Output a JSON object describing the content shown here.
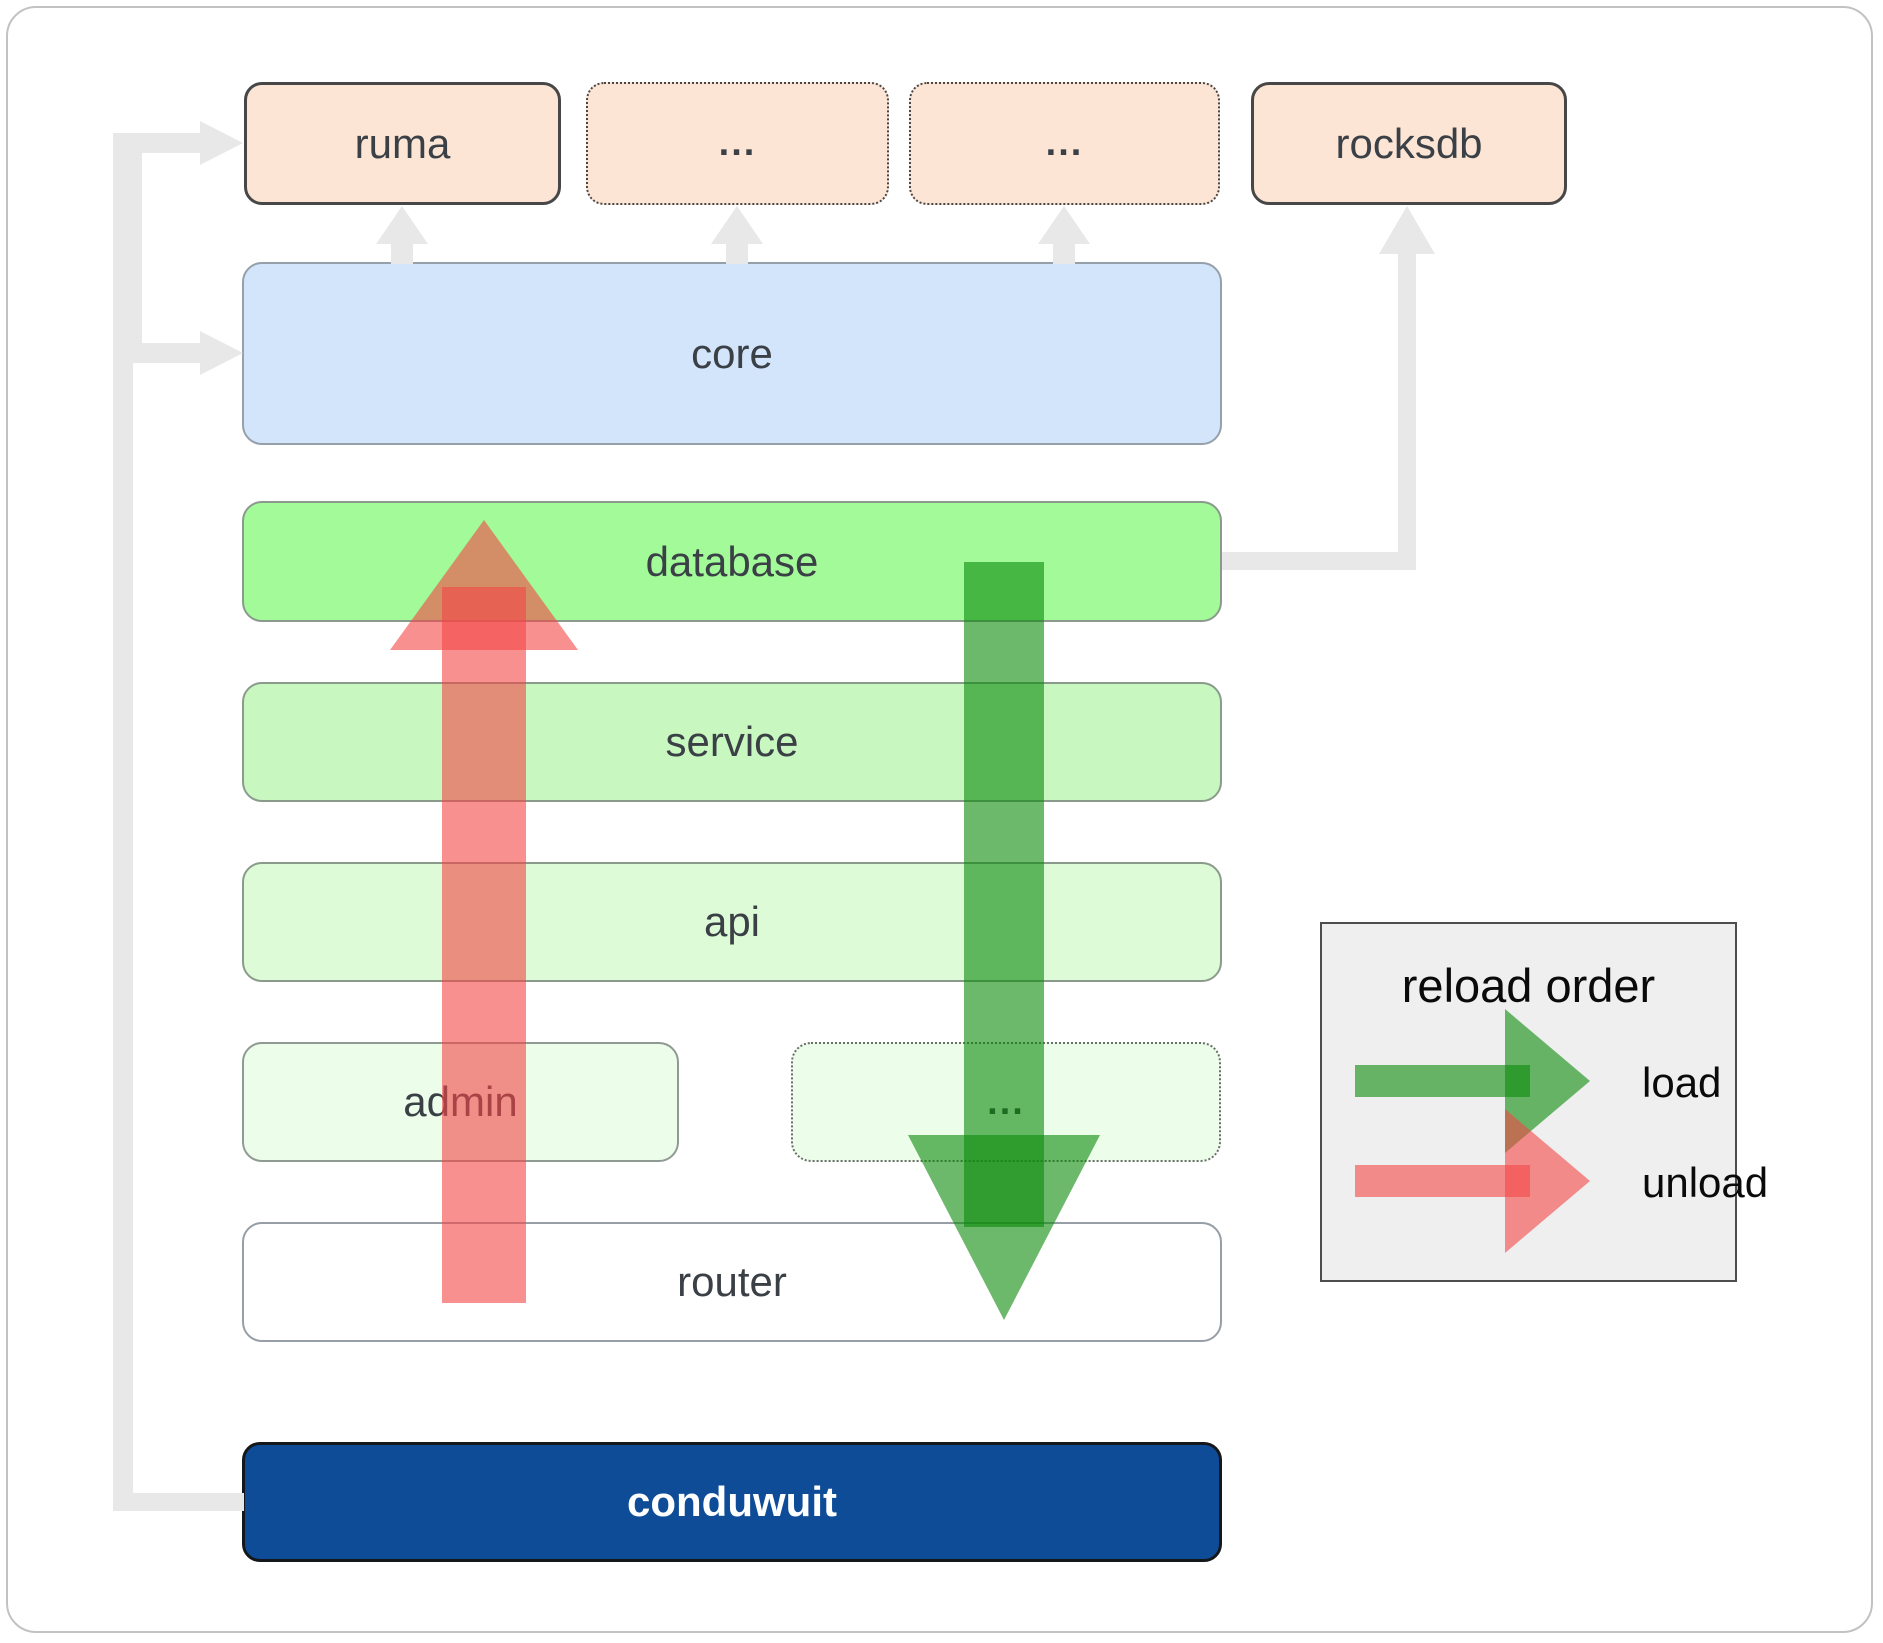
{
  "top_boxes": [
    {
      "id": "ruma",
      "label": "ruma",
      "border": "solid"
    },
    {
      "id": "dots-1",
      "label": "...",
      "border": "dotted"
    },
    {
      "id": "dots-2",
      "label": "...",
      "border": "dotted"
    },
    {
      "id": "rocksdb",
      "label": "rocksdb",
      "border": "solid"
    }
  ],
  "layers": [
    {
      "id": "core",
      "label": "core"
    },
    {
      "id": "database",
      "label": "database"
    },
    {
      "id": "service",
      "label": "service"
    },
    {
      "id": "api",
      "label": "api"
    }
  ],
  "admin_row": [
    {
      "id": "admin",
      "label": "admin",
      "border": "solid"
    },
    {
      "id": "admin-dots",
      "label": "...",
      "border": "dotted"
    }
  ],
  "router": {
    "label": "router"
  },
  "conduwuit": {
    "label": "conduwuit"
  },
  "legend": {
    "title": "reload order",
    "items": [
      {
        "id": "load",
        "label": "load"
      },
      {
        "id": "unload",
        "label": "unload"
      }
    ]
  },
  "colors": {
    "box_peach": "#fce5d5",
    "box_core_blue": "#d3e5fb",
    "box_database_green": "#a2fa98",
    "box_service_green": "#c9f7c0",
    "box_api_green": "#ddfbd6",
    "box_admin_green": "#ecfdea",
    "box_conduwuit_blue": "#0f4c98",
    "arrow_load_green": "#0a8a0a",
    "arrow_unload_red": "#f34646",
    "connector_gray": "#e8e8e8",
    "legend_bg": "#efefef",
    "label_dark": "#3a4046"
  }
}
